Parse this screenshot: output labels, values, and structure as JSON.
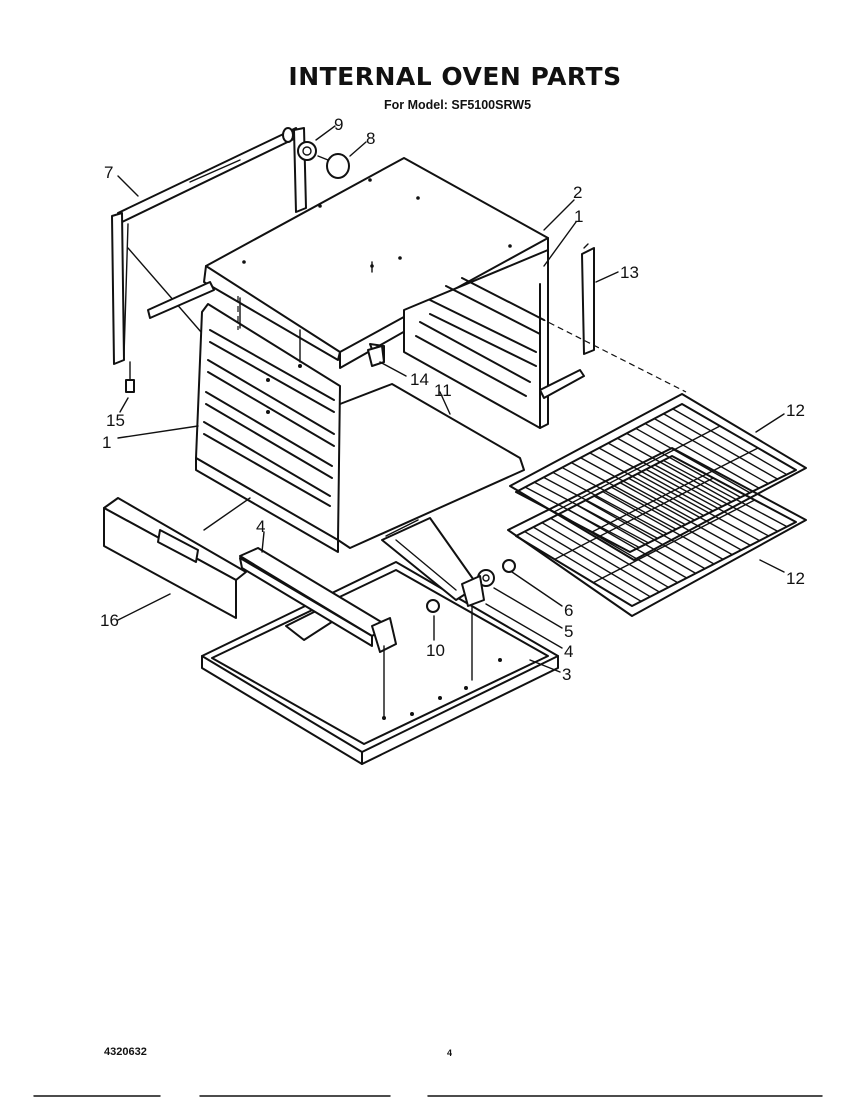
{
  "header": {
    "title": "INTERNAL OVEN PARTS",
    "subtitle": "For Model: SF5100SRW5"
  },
  "footer": {
    "document_number": "4320632",
    "page_number": "4"
  },
  "part_labels": [
    "1",
    "1",
    "2",
    "3",
    "4",
    "4",
    "5",
    "6",
    "7",
    "8",
    "9",
    "10",
    "11",
    "12",
    "12",
    "13",
    "14",
    "15",
    "16"
  ]
}
